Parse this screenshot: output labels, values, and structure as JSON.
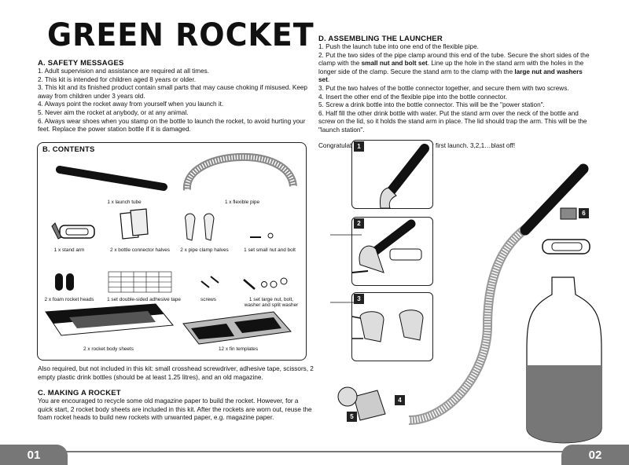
{
  "title": "GREEN ROCKET",
  "safety": {
    "heading": "A. SAFETY MESSAGES",
    "items": [
      "1. Adult supervision and assistance are required at all times.",
      "2. This kit is intended for children aged 8 years or older.",
      "3. This kit and its finished product contain small parts that may cause choking if misused. Keep away from children under 3 years old.",
      "4. Always point the rocket away from yourself when you launch it.",
      "5. Never aim the rocket at anybody, or at any animal.",
      "6. Always wear shoes when you stamp on the bottle to launch the rocket, to avoid hurting your feet. Replace the power station bottle if it is damaged."
    ]
  },
  "contents": {
    "heading": "B. CONTENTS",
    "labels": {
      "launch_tube": "1 x launch tube",
      "flexible_pipe": "1 x flexible pipe",
      "stand_arm": "1 x stand arm",
      "bottle_connector": "2 x bottle connector halves",
      "pipe_clamp": "2 x pipe clamp halves",
      "small_nut": "1 set small nut and bolt",
      "foam_heads": "2 x foam rocket heads",
      "adhesive_tape": "1 set double-sided adhesive tape",
      "screws": "screws",
      "large_nut": "1 set large nut, bolt, washer and split washer",
      "body_sheets": "2 x rocket body sheets",
      "fin_templates": "12 x fin templates"
    }
  },
  "also": "Also required, but not included in this kit: small crosshead screwdriver, adhesive tape, scissors, 2 empty plastic drink bottles (should be at least 1.25 litres), and an old magazine.",
  "making": {
    "heading": "C. MAKING A ROCKET",
    "text": "You are encouraged to recycle some old magazine paper to build the rocket. However, for a quick start, 2 rocket body sheets are included in this kit. After the rockets are worn out, reuse the foam rocket heads to build new rockets with unwanted paper, e.g. magazine paper."
  },
  "assembling": {
    "heading": "D. ASSEMBLING THE LAUNCHER",
    "step1": "1. Push the launch tube into one end of the flexible pipe.",
    "step2a": "2. Put the two sides of the pipe clamp around this end of the tube. Secure the short sides of the clamp with the ",
    "step2b": "small nut and bolt set",
    "step2c": ". Line up the hole in the stand arm with the holes in the longer side of the clamp. Secure the stand arm to the clamp with the ",
    "step2d": "large nut and washers set",
    "step2e": ".",
    "step3": "3. Put the two halves of the bottle connector together, and secure them with two screws.",
    "step4": "4. Insert the other end of the flexible pipe into the bottle connector.",
    "step5": "5. Screw a drink bottle into the bottle connector. This will be the \"power station\".",
    "step6": "6. Half fill the other drink bottle with water. Put the stand arm over the neck of the bottle and screw on the lid, so it holds the stand arm in place. The lid should trap the arm. This will be the \"launch station\".",
    "congrats": "Congratulations – you are ready for your first launch. 3,2,1…blast off!"
  },
  "step_numbers": [
    "1",
    "2",
    "3",
    "4",
    "5",
    "6"
  ],
  "page_left": "01",
  "page_right": "02"
}
